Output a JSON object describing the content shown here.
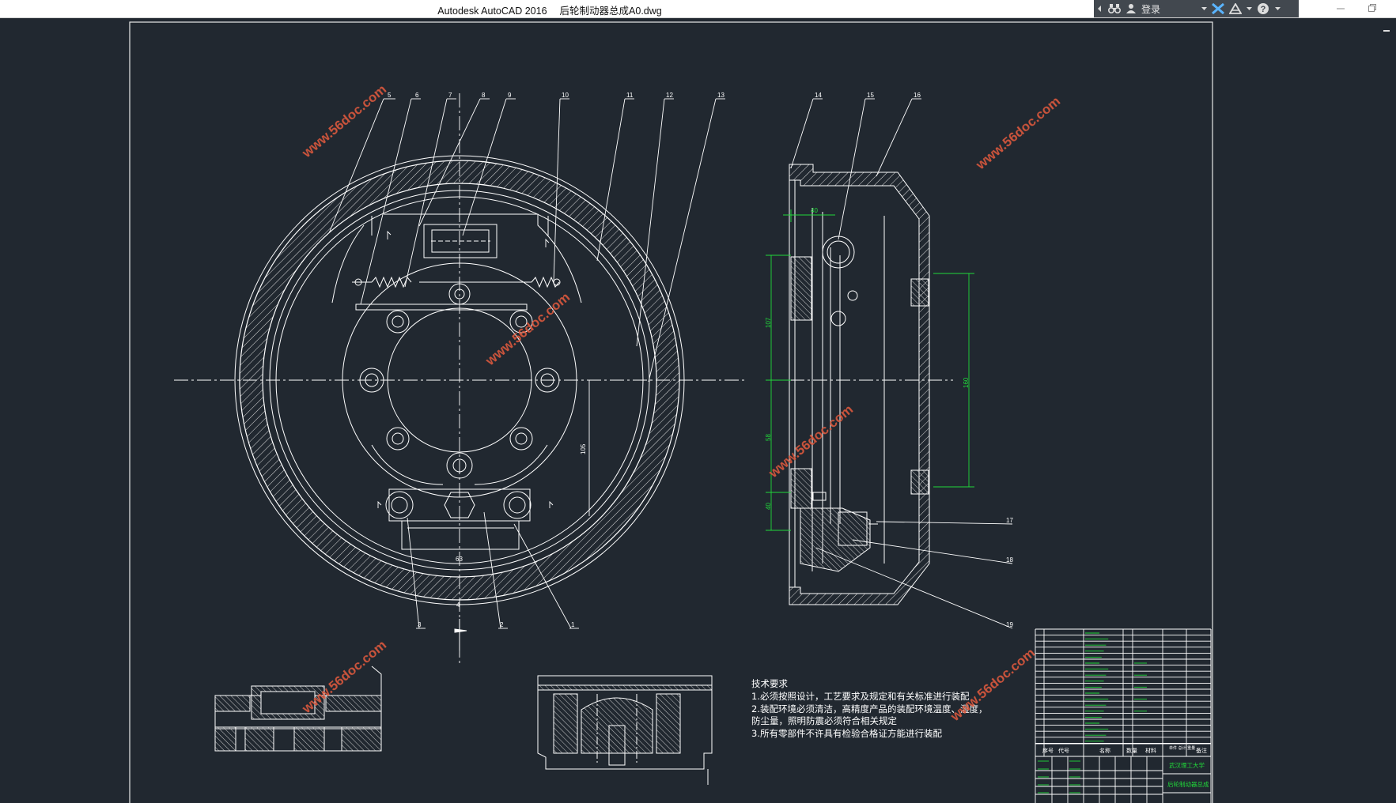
{
  "window": {
    "app_name": "Autodesk AutoCAD 2016",
    "file_name": "后轮制动器总成A0.dwg",
    "login_label": "登录"
  },
  "icons": {
    "nav": "arrow-left-icon",
    "search": "binoculars-icon",
    "user": "user-icon",
    "exchange": "exchange-x-icon",
    "a360": "a360-icon",
    "help": "help-icon"
  },
  "colors": {
    "background": "#212830",
    "line_white": "#ffffff",
    "dimension_green": "#21d93a",
    "watermark": "#e05a3e",
    "infocenter_bg": "#42484f"
  },
  "drawing": {
    "part_numbers_top": [
      "5",
      "6",
      "7",
      "8",
      "9",
      "10",
      "11",
      "12",
      "13"
    ],
    "part_numbers_side": [
      "14",
      "15",
      "16"
    ],
    "part_numbers_right": [
      "17",
      "18",
      "19"
    ],
    "part_numbers_bottom": [
      "3",
      "2",
      "1"
    ],
    "dims": {
      "side_40": "40",
      "side_107": "107",
      "side_160": "160",
      "side_58": "58",
      "side_40b": "40",
      "front_105": "105",
      "front_63": "63",
      "front_h": "4"
    },
    "tech_title": "技术要求",
    "tech_lines": [
      "1.必须按照设计，工艺要求及规定和有关标准进行装配",
      "2.装配环境必须清洁，高精度产品的装配环境温度、湿度，",
      "防尘量，照明防震必须符合相关规定",
      "3.所有零部件不许具有检验合格证方能进行装配"
    ]
  },
  "title_block": {
    "headers": [
      "序号",
      "代号",
      "名称",
      "数量",
      "材料",
      "单件 总计 重量",
      "备注"
    ],
    "school": "武汉理工大学",
    "drawing_name": "后轮制动器总成"
  },
  "watermark_text": "www.56doc.com"
}
